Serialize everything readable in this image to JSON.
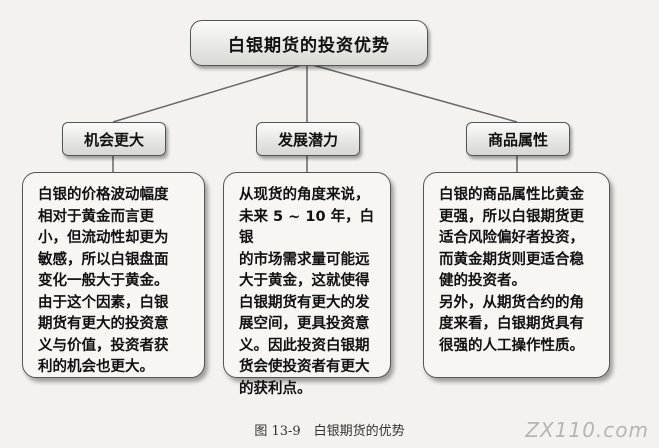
{
  "title": "白银期货的投资优势",
  "branches": [
    {
      "label": "机会更大",
      "text": "白银的价格波动幅度\n相对于黄金而言更\n小，但流动性却更为\n敏感，所以白银盘面\n变化一般大于黄金。\n由于这个因素，白银\n期货有更大的投资意\n义与价值，投资者获\n利的机会也更大。"
    },
    {
      "label": "发展潜力",
      "text": "从现货的角度来说，\n未来 5 ~ 10 年，白银\n的市场需求量可能远\n大于黄金，这就使得\n白银期货有更大的发\n展空间，更具投资意\n义。因此投资白银期\n货会使投资者有更大\n的获利点。"
    },
    {
      "label": "商品属性",
      "text": "白银的商品属性比黄金\n更强，所以白银期货更\n适合风险偏好者投资，\n而黄金期货则更适合稳\n健的投资者。\n另外，从期货合约的角\n度来看，白银期货具有\n很强的人工操作性质。"
    }
  ],
  "caption": "图 13-9　白银期货的优势",
  "watermark": "ZX110.com"
}
